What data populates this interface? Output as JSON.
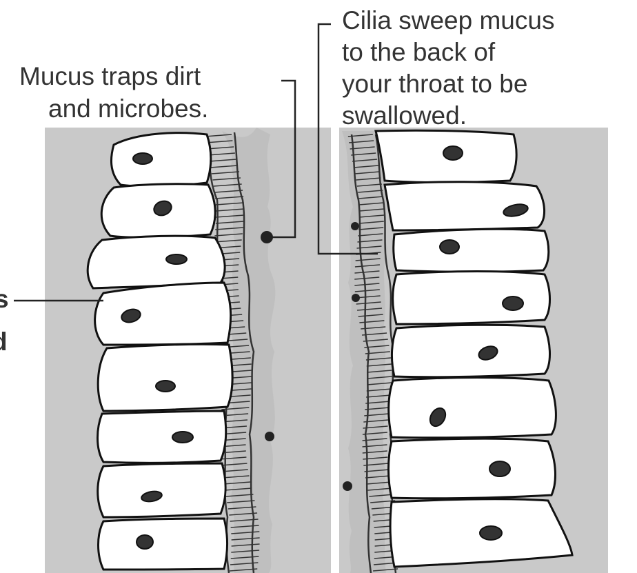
{
  "labels": {
    "mucus_line1": "Mucus traps dirt",
    "mucus_line2": "and microbes.",
    "cilia_line1": "Cilia sweep mucus",
    "cilia_line2": "to the back of",
    "cilia_line3": "your throat to be",
    "cilia_line4": "swallowed.",
    "cutoff_top": "s",
    "cutoff_bottom": "d"
  },
  "colors": {
    "background_panel": "#c9c9c9",
    "mucus": "#a9a9a9",
    "cell_fill": "#ffffff",
    "outline": "#111111",
    "text": "#333333"
  }
}
